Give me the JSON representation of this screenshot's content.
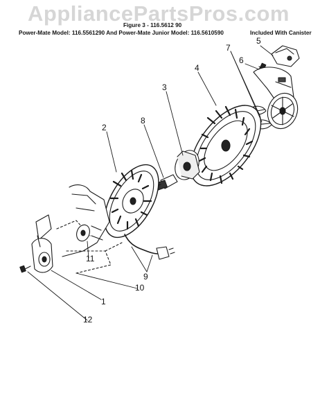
{
  "watermark": "AppliancePartsPros.com",
  "header": {
    "line1": "Figure 3 - 116.5612 90",
    "line2": "Power-Mate Model: 116.5561290 And Power-Mate Junior Model: 116.5610590",
    "line3": "Included With Canister"
  },
  "callouts": [
    {
      "id": "callout-1",
      "label": "1"
    },
    {
      "id": "callout-2",
      "label": "2"
    },
    {
      "id": "callout-3",
      "label": "3"
    },
    {
      "id": "callout-4",
      "label": "4"
    },
    {
      "id": "callout-5",
      "label": "5"
    },
    {
      "id": "callout-6",
      "label": "6"
    },
    {
      "id": "callout-7",
      "label": "7"
    },
    {
      "id": "callout-8",
      "label": "8"
    },
    {
      "id": "callout-9",
      "label": "9"
    },
    {
      "id": "callout-10",
      "label": "10"
    },
    {
      "id": "callout-11",
      "label": "11"
    },
    {
      "id": "callout-12",
      "label": "12"
    }
  ]
}
